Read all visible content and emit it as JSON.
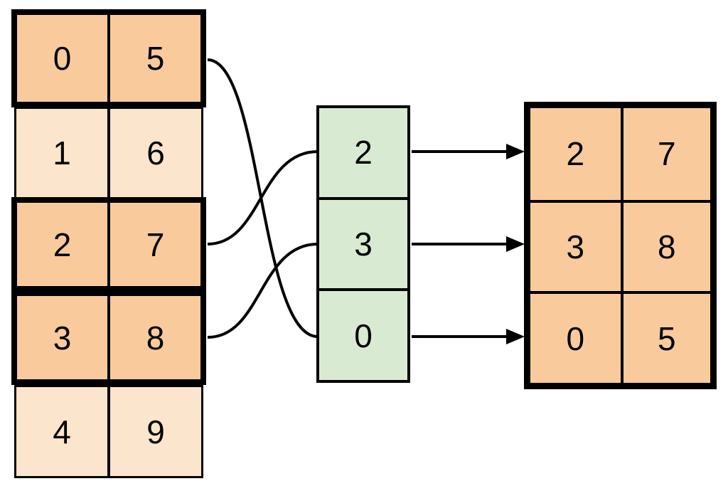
{
  "source_table": {
    "rows": [
      {
        "cells": [
          "0",
          "5"
        ],
        "highlighted": true
      },
      {
        "cells": [
          "1",
          "6"
        ],
        "highlighted": false
      },
      {
        "cells": [
          "2",
          "7"
        ],
        "highlighted": true
      },
      {
        "cells": [
          "3",
          "8"
        ],
        "highlighted": true
      },
      {
        "cells": [
          "4",
          "9"
        ],
        "highlighted": false
      }
    ]
  },
  "index_column": {
    "values": [
      "2",
      "3",
      "0"
    ]
  },
  "result_table": {
    "rows": [
      [
        "2",
        "7"
      ],
      [
        "3",
        "8"
      ],
      [
        "0",
        "5"
      ]
    ]
  },
  "connections": {
    "curves": [
      {
        "from_source_row": "0",
        "to_index_value": "0"
      },
      {
        "from_source_row": "2",
        "to_index_value": "2"
      },
      {
        "from_source_row": "3",
        "to_index_value": "3"
      }
    ],
    "arrows": [
      {
        "from_index_value": "2",
        "to_result_row": "2 7"
      },
      {
        "from_index_value": "3",
        "to_result_row": "3 8"
      },
      {
        "from_index_value": "0",
        "to_result_row": "0 5"
      }
    ]
  },
  "colors": {
    "highlight_fill": "#f9cb9c",
    "muted_fill": "#fce5cd",
    "index_fill": "#d9ead3",
    "line": "#000000",
    "background": "#ffffff"
  }
}
